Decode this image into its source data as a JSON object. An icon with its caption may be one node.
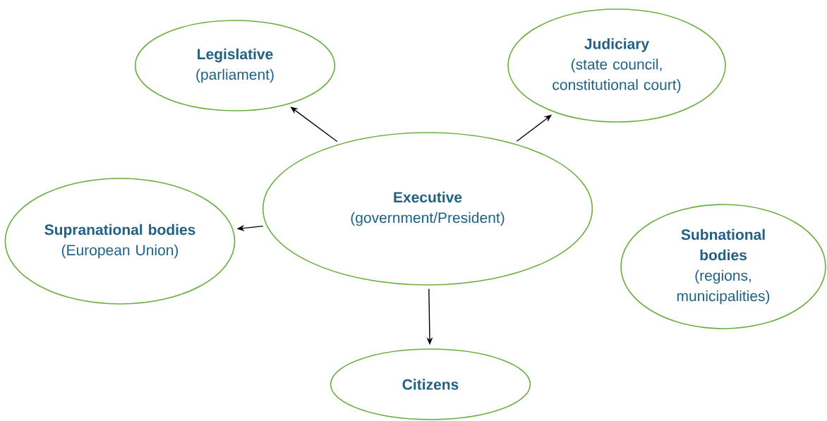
{
  "diagram": {
    "nodes": [
      {
        "text": [
          "Legislative",
          "(parliament)"
        ]
      },
      {
        "text": [
          "Judiciary",
          "(state council, constitutional court)"
        ]
      },
      {
        "text": [
          "Executive",
          "(government/President)"
        ]
      },
      {
        "text": [
          "Supranational bodies",
          "(European Union)"
        ]
      },
      {
        "text": [
          "Subnational bodies",
          "(regions, municipalities)"
        ]
      },
      {
        "text": [
          "Citizens"
        ]
      }
    ],
    "edges": [
      {
        "from": 2,
        "to": 0,
        "arrow": "to"
      },
      {
        "from": 2,
        "to": 1,
        "arrow": "to"
      },
      {
        "from": 2,
        "to": 3,
        "arrow": "to"
      },
      {
        "from": 2,
        "to": 5,
        "arrow": "to"
      }
    ]
  }
}
